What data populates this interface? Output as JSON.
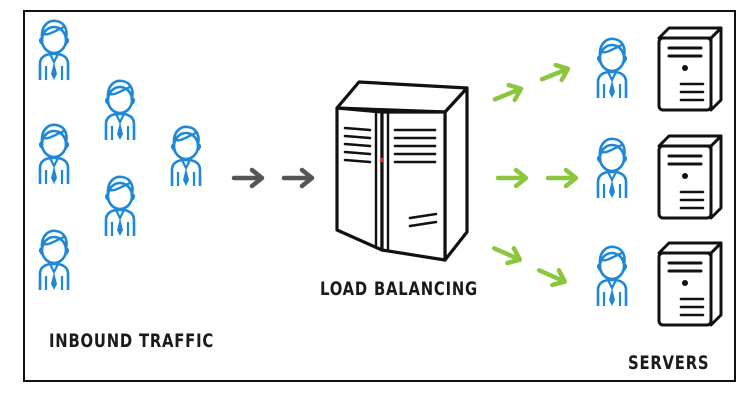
{
  "labels": {
    "inbound": "INBOUND TRAFFIC",
    "load_balancing": "LOAD BALANCING",
    "servers": "SERVERS"
  },
  "colors": {
    "user": "#1e88d6",
    "arrow_inbound": "#555555",
    "arrow_outbound": "#8cc63f",
    "ink": "#111111",
    "led": "#e03030"
  },
  "icons": {
    "user": "user-icon",
    "server": "server-icon",
    "load_balancer": "load-balancer-icon",
    "arrow": "arrow-icon"
  }
}
